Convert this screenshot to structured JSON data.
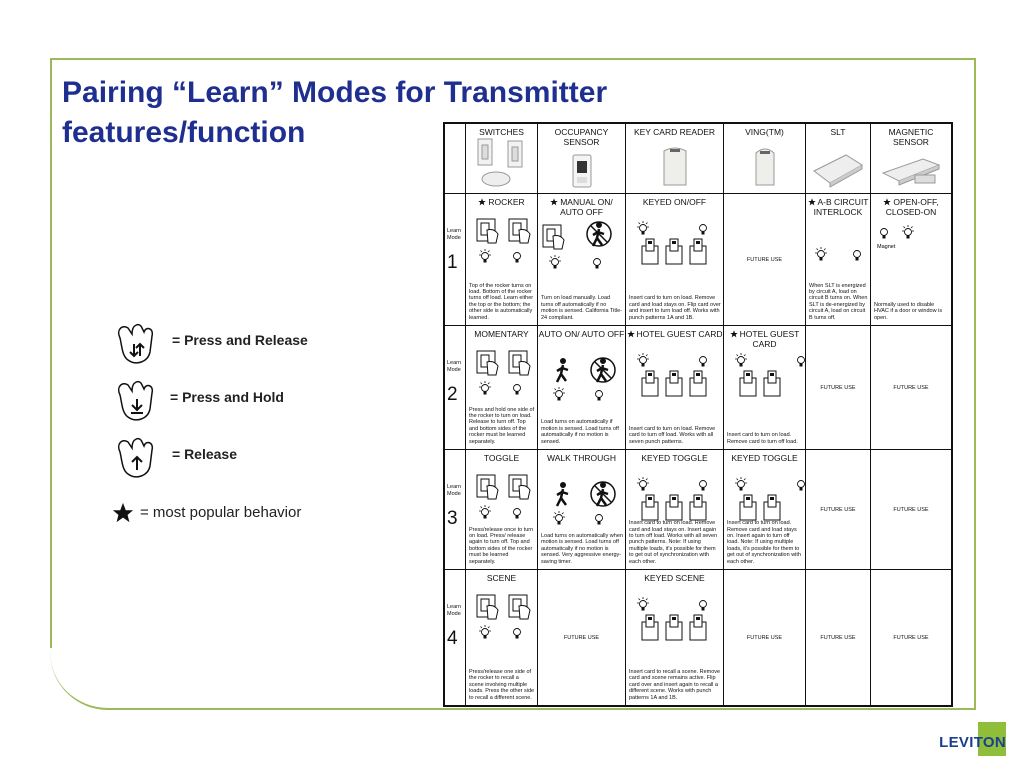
{
  "slide": {
    "title_line1": "Pairing “Learn” Modes for Transmitter",
    "title_line2": "features/function",
    "logo_text": "LEVITON",
    "colors": {
      "title": "#1f2f8f",
      "frame": "#9bbb59",
      "logo_green": "#8fbf3a",
      "logo_blue": "#1a3f8f"
    }
  },
  "legend": {
    "press_release": "= Press and Release",
    "press_hold": "= Press and Hold",
    "release": "= Release",
    "popular": "= most popular behavior"
  },
  "table": {
    "learn_mode_label": "Learn\nMode",
    "future_use": "FUTURE USE",
    "headers": [
      "SWITCHES",
      "OCCUPANCY SENSOR",
      "KEY CARD READER",
      "VING(TM)",
      "SLT",
      "MAGNETIC SENSOR"
    ],
    "rows": [
      {
        "mode": "1",
        "cells": [
          {
            "title": "ROCKER",
            "star": true,
            "desc": "Top of the rocker turns on load. Bottom of the rocker turns off load. Learn either the top or the bottom; the other side is automatically learned."
          },
          {
            "title": "MANUAL ON/ AUTO OFF",
            "star": true,
            "desc": "Turn on load manually. Load turns off automatically if no motion is sensed. California Title-24 compliant."
          },
          {
            "title": "KEYED ON/OFF",
            "star": false,
            "desc": "Insert card to turn on load. Remove card and load stays on. Flip card over and insert to turn load off. Works with punch patterns 1A and 1B."
          },
          {
            "title": "",
            "star": false,
            "future": true
          },
          {
            "title": "A-B CIRCUIT INTERLOCK",
            "star": true,
            "desc": "When SLT is energized by circuit A, load on circuit B turns on. When SLT is de-energized by circuit A, load on circuit B turns off."
          },
          {
            "title": "OPEN-OFF, CLOSED-ON",
            "star": true,
            "magnet": "Magnet",
            "desc": "Normally used to disable HVAC if a door or window is open."
          }
        ]
      },
      {
        "mode": "2",
        "cells": [
          {
            "title": "MOMENTARY",
            "star": false,
            "desc": "Press and hold one side of the rocker to turn on load. Release to turn off. Top and bottom sides of the rocker must be learned separately."
          },
          {
            "title": "AUTO ON/ AUTO OFF",
            "star": false,
            "desc": "Load turns on automatically if motion is sensed. Load turns off automatically if no motion is sensed."
          },
          {
            "title": "HOTEL GUEST CARD",
            "star": true,
            "desc": "Insert card to turn on load. Remove card to turn off load. Works with all seven punch patterns."
          },
          {
            "title": "HOTEL GUEST CARD",
            "star": true,
            "desc": "Insert card to turn on load. Remove card to turn off load."
          },
          {
            "title": "",
            "star": false,
            "future": true
          },
          {
            "title": "",
            "star": false,
            "future": true
          }
        ]
      },
      {
        "mode": "3",
        "cells": [
          {
            "title": "TOGGLE",
            "star": false,
            "desc": "Press/release once to turn on load. Press/ release again to turn off. Top and bottom sides of the rocker must be learned separately."
          },
          {
            "title": "WALK THROUGH",
            "star": false,
            "desc": "Load turns on automatically when motion is sensed. Load turns off automatically if no motion is sensed. Very aggressive energy-saving timer."
          },
          {
            "title": "KEYED TOGGLE",
            "star": false,
            "desc": "Insert card to turn on load. Remove card and load stays on. Insert again to turn off load. Works with all seven punch patterns. Note: If using multiple loads, it's possible for them to get out of synchronization with each other."
          },
          {
            "title": "KEYED TOGGLE",
            "star": false,
            "desc": "Insert card to turn on load. Remove card and load stays on. Insert again to turn off load. Note: If using multiple loads, it's possible for them to get out of synchronization with each other."
          },
          {
            "title": "",
            "star": false,
            "future": true
          },
          {
            "title": "",
            "star": false,
            "future": true
          }
        ]
      },
      {
        "mode": "4",
        "cells": [
          {
            "title": "SCENE",
            "star": false,
            "desc": "Press/release one side of the rocker to recall a scene involving multiple loads. Press the other side to recall a different scene."
          },
          {
            "title": "",
            "star": false,
            "future": true
          },
          {
            "title": "KEYED SCENE",
            "star": false,
            "desc": "Insert card to recall a scene. Remove card and scene remains active. Flip card over and insert again to recall a different scene. Works with punch patterns 1A and 1B."
          },
          {
            "title": "",
            "star": false,
            "future": true
          },
          {
            "title": "",
            "star": false,
            "future": true
          },
          {
            "title": "",
            "star": false,
            "future": true
          }
        ]
      }
    ]
  }
}
